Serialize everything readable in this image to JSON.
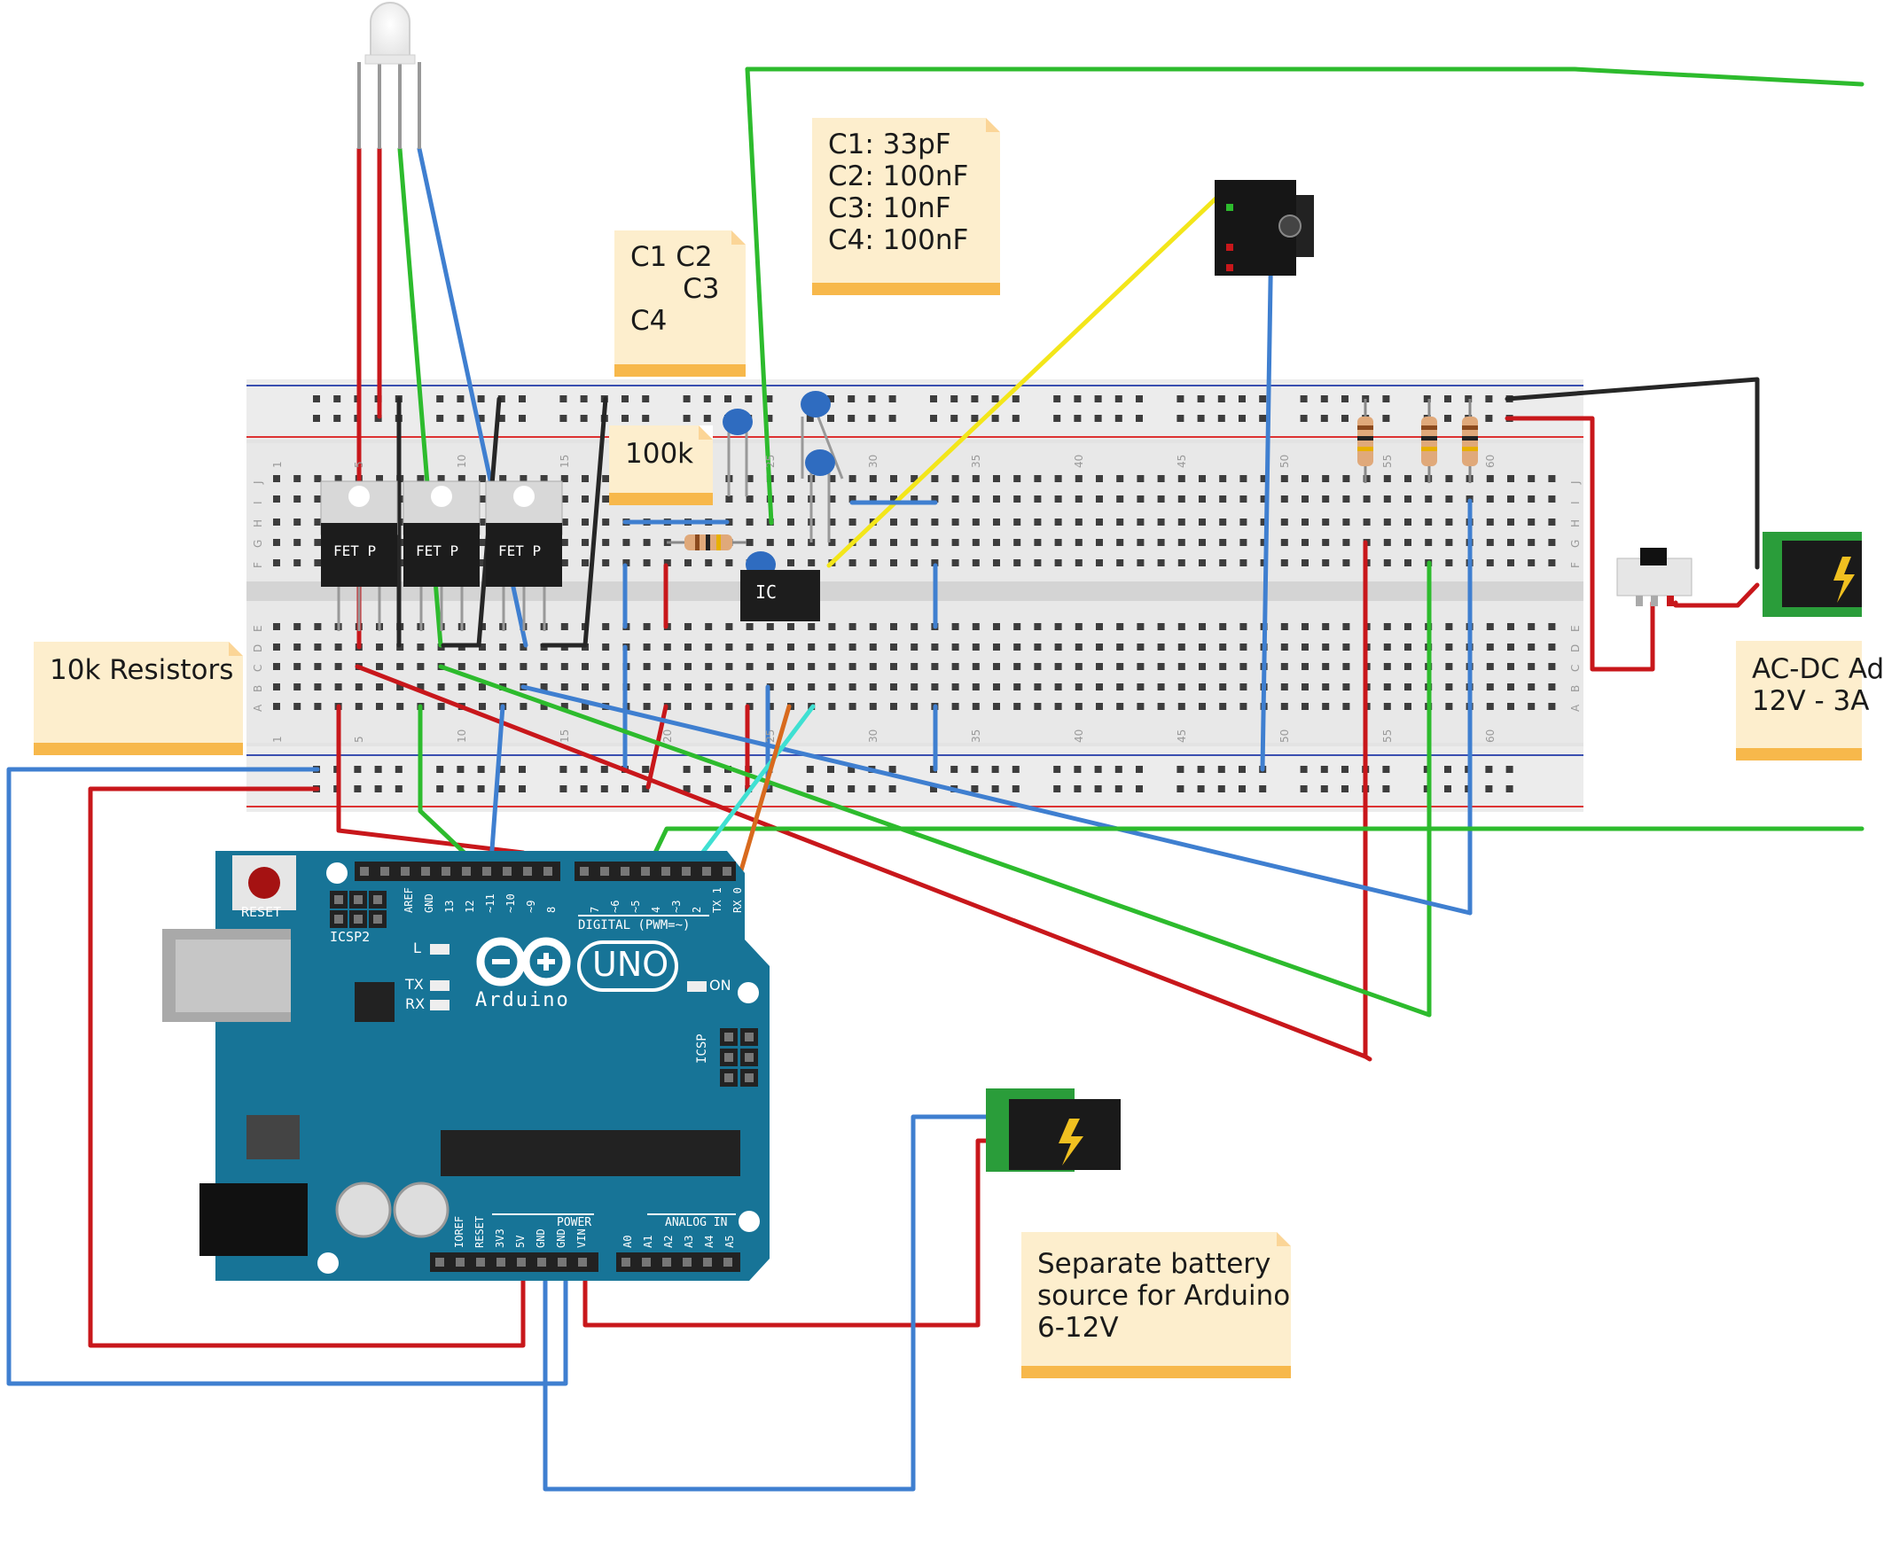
{
  "notes": {
    "capacitor_labels": "C1 C2\n      C3\nC4",
    "capacitor_values": "C1: 33pF\nC2: 100nF\nC3: 10nF\nC4: 100nF",
    "resistor_100k": "100k",
    "resistors_10k": "10k Resistors",
    "adapter": "AC-DC Ad\n12V - 3A",
    "battery": "Separate battery\nsource for Arduino\n6-12V"
  },
  "breadboard": {
    "row_letters_top": [
      "J",
      "I",
      "H",
      "G",
      "F"
    ],
    "row_letters_bottom": [
      "E",
      "D",
      "C",
      "B",
      "A"
    ],
    "column_numbers": [
      "1",
      "5",
      "10",
      "15",
      "20",
      "25",
      "30",
      "35",
      "40",
      "45",
      "50",
      "55",
      "60"
    ]
  },
  "mosfets": {
    "label": "FET P"
  },
  "ic": {
    "label": "IC"
  },
  "arduino": {
    "reset_label": "RESET",
    "icsp2_label": "ICSP2",
    "icsp_label": "ICSP",
    "l_label": "L",
    "tx_label": "TX",
    "rx_label": "RX",
    "on_label": "ON",
    "brand": "Arduino",
    "model": "UNO",
    "digital_label": "DIGITAL (PWM=~)",
    "power_label": "POWER",
    "analog_label": "ANALOG IN",
    "digital_pins": [
      "AREF",
      "GND",
      "13",
      "12",
      "~11",
      "~10",
      "~9",
      "8",
      "7",
      "~6",
      "~5",
      "4",
      "~3",
      "2",
      "TX 1",
      "RX 0"
    ],
    "power_pins": [
      "IOREF",
      "RESET",
      "3V3",
      "5V",
      "GND",
      "GND",
      "VIN"
    ],
    "analog_pins": [
      "A0",
      "A1",
      "A2",
      "A3",
      "A4",
      "A5"
    ]
  },
  "colors": {
    "wire_red": "#c8171b",
    "wire_green": "#2dbb2d",
    "wire_blue": "#3f7fd0",
    "wire_black": "#262626",
    "wire_yellow": "#f3e61a",
    "wire_cyan": "#3fe0d2",
    "wire_orange": "#d86a1e",
    "arduino_board": "#177497",
    "breadboard": "#e6e6e6",
    "note_fill": "#fdeecd",
    "note_band": "#f7b84b"
  }
}
